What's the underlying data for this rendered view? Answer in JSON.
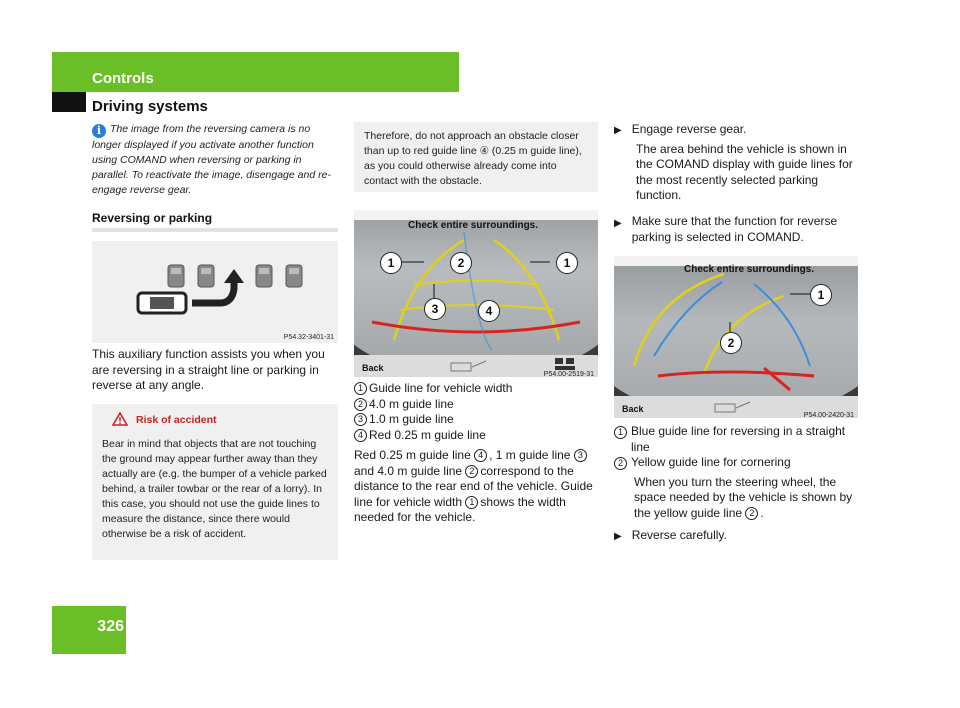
{
  "header": {
    "title": "Controls",
    "section": "Driving systems"
  },
  "page_number": "326",
  "left_column": {
    "note": "The image from the reversing camera is no longer displayed if you activate another function using COMAND when reversing or parking in parallel. To reactivate the image, disengage and re-engage reverse gear.",
    "subheading": "Reversing or parking",
    "figure_id": "P54.32-3401-31",
    "paragraph": "This auxiliary function assists you when you are reversing in a straight line or parking in reverse at any angle.",
    "warning_title": "Risk of accident",
    "warning_text": "Bear in mind that objects that are not touching the ground may appear further away than they actually are (e.g. the bumper of a vehicle parked behind, a trailer towbar or the rear of a lorry). In this case, you should not use the guide lines to measure the distance, since there would otherwise be a risk of accident."
  },
  "middle_column": {
    "box_text": "Therefore, do not approach an obstacle closer than up to red guide line ④ (0.25 m guide line), as you could otherwise already come into contact with the obstacle.",
    "camera_top_text": "Check entire surroundings.",
    "camera_back_label": "Back",
    "figure_id": "P54.00-2519-31",
    "markers": [
      "1",
      "2",
      "1",
      "3",
      "4"
    ],
    "legend": [
      {
        "num": "1",
        "text": "Guide line for vehicle width"
      },
      {
        "num": "2",
        "text": "4.0 m guide line"
      },
      {
        "num": "3",
        "text": "1.0 m guide line"
      },
      {
        "num": "4",
        "text": "Red 0.25 m guide line"
      }
    ],
    "paragraph_part1": "Red 0.25 m guide line",
    "paragraph_part2": ", 1 m guide line",
    "paragraph_part3": "and 4.0 m guide line",
    "paragraph_part4": "correspond to the distance to the rear end of the vehicle. Guide line for vehicle width",
    "paragraph_part5": "shows the width needed for the vehicle."
  },
  "right_column": {
    "bullet1_title": "Engage reverse gear.",
    "bullet1_text": "The area behind the vehicle is shown in the COMAND display with guide lines for the most recently selected parking function.",
    "bullet2": "Make sure that the function for reverse parking is selected in COMAND.",
    "camera_top_text": "Check entire surroundings.",
    "camera_back_label": "Back",
    "figure_id": "P54.00-2420-31",
    "markers": [
      "1",
      "2"
    ],
    "legend": [
      {
        "num": "1",
        "text": "Blue guide line for reversing in a straight line"
      },
      {
        "num": "2",
        "text": "Yellow guide line for cornering"
      }
    ],
    "steering_text_a": "When you turn the steering wheel, the space needed by the vehicle is shown by the yellow guide line",
    "bullet3": "Reverse carefully."
  },
  "colors": {
    "accent": "#6abf27",
    "info_blue": "#2a7fd4",
    "warning_red": "#cc1f1f"
  }
}
